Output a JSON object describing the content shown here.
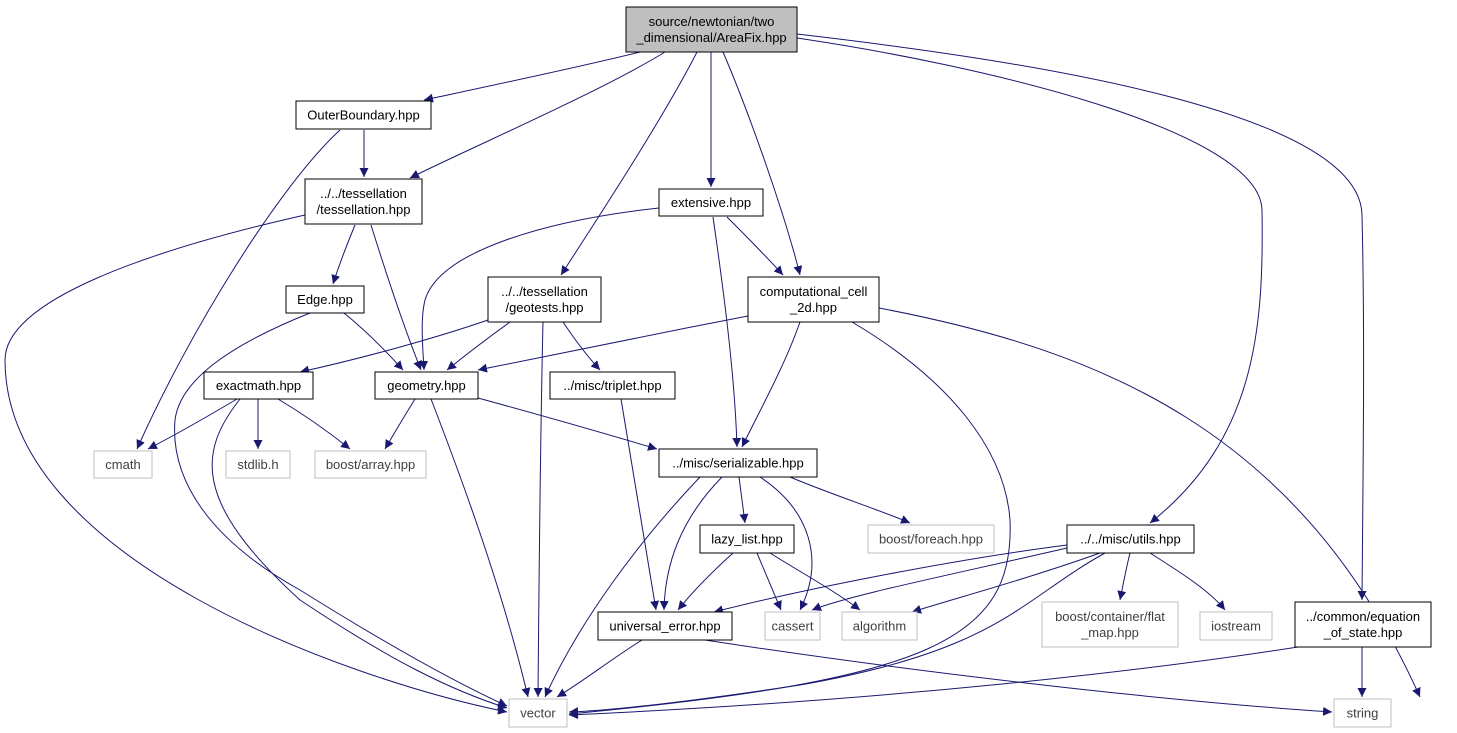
{
  "colors": {
    "edge": "#191970",
    "root_fill": "#bfbfbf",
    "node_border": "#000000",
    "external_border": "#bfbfbf",
    "background": "#ffffff"
  },
  "nodes": [
    {
      "id": "areafix",
      "lines": [
        "source/newtonian/two",
        "_dimensional/AreaFix.hpp"
      ],
      "kind": "root"
    },
    {
      "id": "outerboundary",
      "lines": [
        "OuterBoundary.hpp"
      ],
      "kind": "normal"
    },
    {
      "id": "tessellation",
      "lines": [
        "../../tessellation",
        "/tessellation.hpp"
      ],
      "kind": "normal"
    },
    {
      "id": "extensive",
      "lines": [
        "extensive.hpp"
      ],
      "kind": "normal"
    },
    {
      "id": "geotests",
      "lines": [
        "../../tessellation",
        "/geotests.hpp"
      ],
      "kind": "normal"
    },
    {
      "id": "compcell",
      "lines": [
        "computational_cell",
        "_2d.hpp"
      ],
      "kind": "normal"
    },
    {
      "id": "edge",
      "lines": [
        "Edge.hpp"
      ],
      "kind": "normal"
    },
    {
      "id": "exactmath",
      "lines": [
        "exactmath.hpp"
      ],
      "kind": "normal"
    },
    {
      "id": "geometry",
      "lines": [
        "geometry.hpp"
      ],
      "kind": "normal"
    },
    {
      "id": "triplet",
      "lines": [
        "../misc/triplet.hpp"
      ],
      "kind": "normal"
    },
    {
      "id": "cmath",
      "lines": [
        "cmath"
      ],
      "kind": "external"
    },
    {
      "id": "stdlib",
      "lines": [
        "stdlib.h"
      ],
      "kind": "external"
    },
    {
      "id": "boostarray",
      "lines": [
        "boost/array.hpp"
      ],
      "kind": "external"
    },
    {
      "id": "serializable",
      "lines": [
        "../misc/serializable.hpp"
      ],
      "kind": "normal"
    },
    {
      "id": "boostforeach",
      "lines": [
        "boost/foreach.hpp"
      ],
      "kind": "external"
    },
    {
      "id": "utils",
      "lines": [
        "../../misc/utils.hpp"
      ],
      "kind": "normal"
    },
    {
      "id": "lazylist",
      "lines": [
        "lazy_list.hpp"
      ],
      "kind": "normal"
    },
    {
      "id": "universalerror",
      "lines": [
        "universal_error.hpp"
      ],
      "kind": "normal"
    },
    {
      "id": "cassert",
      "lines": [
        "cassert"
      ],
      "kind": "external"
    },
    {
      "id": "algorithm",
      "lines": [
        "algorithm"
      ],
      "kind": "external"
    },
    {
      "id": "flatmap",
      "lines": [
        "boost/container/flat",
        "_map.hpp"
      ],
      "kind": "external"
    },
    {
      "id": "iostream",
      "lines": [
        "iostream"
      ],
      "kind": "external"
    },
    {
      "id": "eos",
      "lines": [
        "../common/equation",
        "_of_state.hpp"
      ],
      "kind": "normal"
    },
    {
      "id": "vector",
      "lines": [
        "vector"
      ],
      "kind": "external"
    },
    {
      "id": "string",
      "lines": [
        "string"
      ],
      "kind": "external"
    }
  ],
  "edges": [
    [
      "areafix",
      "outerboundary"
    ],
    [
      "areafix",
      "tessellation"
    ],
    [
      "areafix",
      "geotests"
    ],
    [
      "areafix",
      "extensive"
    ],
    [
      "areafix",
      "compcell"
    ],
    [
      "areafix",
      "utils"
    ],
    [
      "areafix",
      "eos"
    ],
    [
      "outerboundary",
      "tessellation"
    ],
    [
      "outerboundary",
      "cmath"
    ],
    [
      "tessellation",
      "edge"
    ],
    [
      "tessellation",
      "geometry"
    ],
    [
      "tessellation",
      "vector"
    ],
    [
      "extensive",
      "geometry"
    ],
    [
      "extensive",
      "compcell"
    ],
    [
      "extensive",
      "serializable"
    ],
    [
      "geotests",
      "exactmath"
    ],
    [
      "geotests",
      "geometry"
    ],
    [
      "geotests",
      "triplet"
    ],
    [
      "geotests",
      "vector"
    ],
    [
      "compcell",
      "geometry"
    ],
    [
      "compcell",
      "serializable"
    ],
    [
      "compcell",
      "vector"
    ],
    [
      "compcell",
      "string"
    ],
    [
      "edge",
      "geometry"
    ],
    [
      "edge",
      "vector"
    ],
    [
      "exactmath",
      "cmath"
    ],
    [
      "exactmath",
      "stdlib"
    ],
    [
      "exactmath",
      "boostarray"
    ],
    [
      "exactmath",
      "vector"
    ],
    [
      "geometry",
      "boostarray"
    ],
    [
      "geometry",
      "serializable"
    ],
    [
      "geometry",
      "vector"
    ],
    [
      "triplet",
      "universalerror"
    ],
    [
      "serializable",
      "vector"
    ],
    [
      "serializable",
      "universalerror"
    ],
    [
      "serializable",
      "lazylist"
    ],
    [
      "serializable",
      "cassert"
    ],
    [
      "serializable",
      "boostforeach"
    ],
    [
      "lazylist",
      "universalerror"
    ],
    [
      "lazylist",
      "cassert"
    ],
    [
      "lazylist",
      "algorithm"
    ],
    [
      "utils",
      "universalerror"
    ],
    [
      "utils",
      "cassert"
    ],
    [
      "utils",
      "algorithm"
    ],
    [
      "utils",
      "flatmap"
    ],
    [
      "utils",
      "iostream"
    ],
    [
      "utils",
      "vector"
    ],
    [
      "universalerror",
      "vector"
    ],
    [
      "universalerror",
      "string"
    ],
    [
      "eos",
      "vector"
    ],
    [
      "eos",
      "string"
    ]
  ]
}
